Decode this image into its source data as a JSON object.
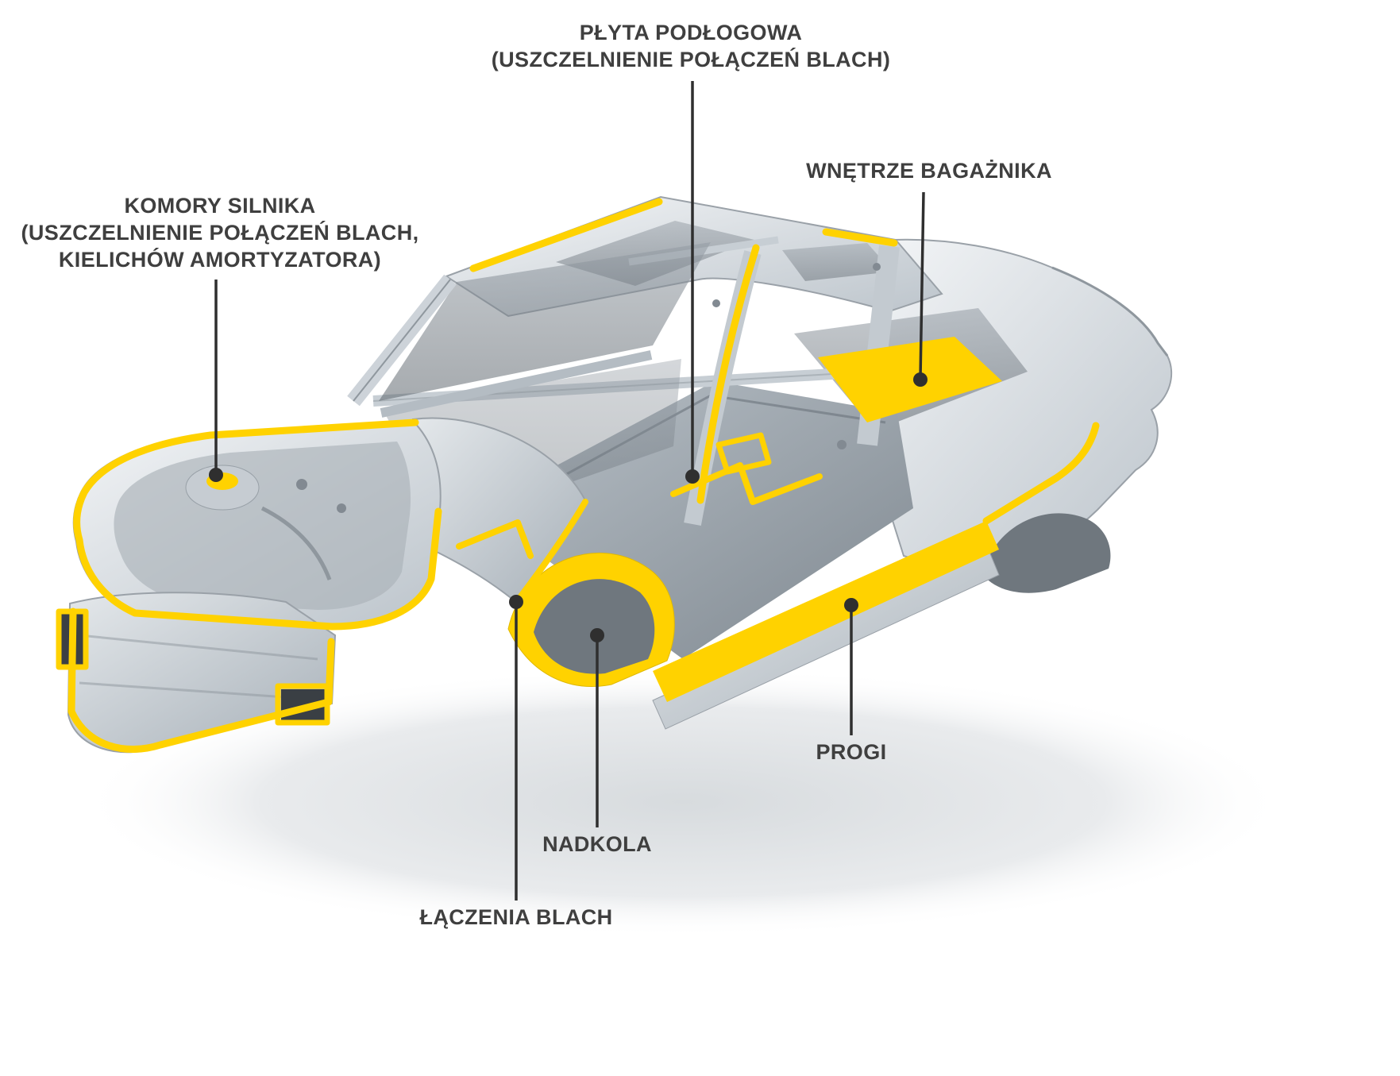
{
  "diagram": {
    "labels": {
      "floor_panel": {
        "title": "PŁYTA PODŁOGOWA",
        "subtitle": "(USZCZELNIENIE POŁĄCZEŃ BLACH)"
      },
      "trunk": {
        "title": "WNĘTRZE BAGAŻNIKA"
      },
      "engine_bay": {
        "title": "KOMORY SILNIKA",
        "subtitle": "(USZCZELNIENIE POŁĄCZEŃ BLACH,",
        "subtitle2": "KIELICHÓW AMORTYZATORA)"
      },
      "sills": {
        "title": "PROGI"
      },
      "wheel_arches": {
        "title": "NADKOLA"
      },
      "sheet_joints": {
        "title": "ŁĄCZENIA BLACH"
      }
    },
    "colors": {
      "highlight": "#FFD200",
      "leader": "#2F2F2F",
      "text": "#3F3F3F"
    }
  }
}
